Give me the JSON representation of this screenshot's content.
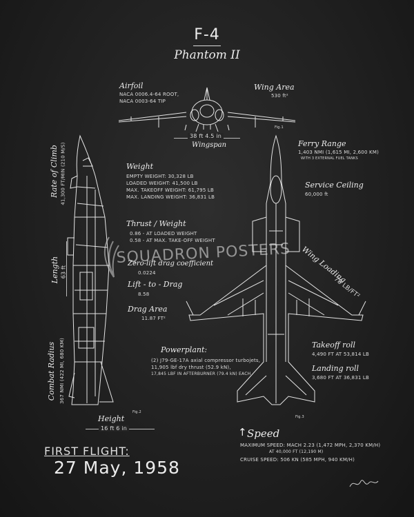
{
  "title": {
    "model": "F-4",
    "name": "Phantom II"
  },
  "airfoil": {
    "label": "Airfoil",
    "root": "NACA 0006.4-64 ROOT,",
    "tip": "NACA 0003-64 TIP"
  },
  "wing_area": {
    "label": "Wing Area",
    "value": "530 ft²"
  },
  "wingspan": {
    "value": "38 ft 4.5 in",
    "label": "Wingspan"
  },
  "figure_labels": {
    "fig1": "Fig.1",
    "fig2": "Fig.2",
    "fig3": "Fig.3"
  },
  "rate_of_climb": {
    "label": "Rate of Climb",
    "value": "41,300 FT/MIN (210 M/S)"
  },
  "length": {
    "label": "Length",
    "value": "63 ft"
  },
  "combat_radius": {
    "label": "Combat Radius",
    "value": "367 NMI (422 MI, 680 KM)"
  },
  "height": {
    "label": "Height",
    "value": "16 ft 6 in"
  },
  "weight": {
    "label": "Weight",
    "lines": [
      "EMPTY WEIGHT: 30,328 LB",
      "LOADED WEIGHT: 41,500 LB",
      "MAX. TAKEOFF WEIGHT: 61,795 LB",
      "MAX. LANDING WEIGHT: 36,831 LB"
    ]
  },
  "thrust_weight": {
    "label": "Thrust / Weight",
    "line1": "0.86 - AT LOADED WEIGHT",
    "line2": "0.58 - AT MAX. TAKE-OFF WEIGHT"
  },
  "zero_lift": {
    "label": "Zero-lift drag coefficient",
    "value": "0.0224"
  },
  "lift_drag": {
    "label": "Lift - to - Drag",
    "value": "8.58"
  },
  "drag_area": {
    "label": "Drag Area",
    "value": "11.87 FT²"
  },
  "powerplant": {
    "label": "Powerplant:",
    "line1": "(2) J79-GE-17A axial compressor turbojets,",
    "line2": "11,905 lbf dry thrust (52.9 kN),",
    "line3": "17,845 LBF IN AFTERBURNER (79.4 kN) EACH"
  },
  "ferry_range": {
    "label": "Ferry Range",
    "line1": "1,403 NMI (1,615 MI, 2,600 KM)",
    "line2": "WITH 3 EXTERNAL FUEL TANKS"
  },
  "service_ceiling": {
    "label": "Service Ceiling",
    "value": "60,000 ft"
  },
  "wing_loading": {
    "label": "Wing Loading",
    "value": "78 LB/FT²"
  },
  "takeoff_roll": {
    "label": "Takeoff roll",
    "value": "4,490 FT AT 53,814 LB"
  },
  "landing_roll": {
    "label": "Landing roll",
    "value": "3,680 FT AT 36,831 LB"
  },
  "speed": {
    "label": "Speed",
    "line1": "MAXIMUM SPEED: MACH 2.23 (1,472 MPH, 2,370 KM/H)",
    "line2": "AT 40,000 FT (12,190 M)",
    "line3": "CRUISE SPEED: 506 KN (585 MPH, 940 KM/H)"
  },
  "first_flight": {
    "label": "FIRST FLIGHT:",
    "date": "27 May, 1958"
  },
  "watermark": "SQUADRON POSTERS"
}
